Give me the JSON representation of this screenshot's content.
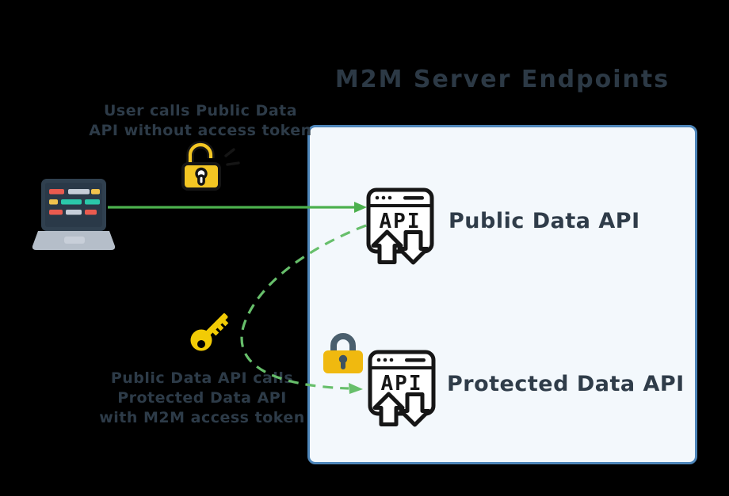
{
  "title": "M2M Server Endpoints",
  "annotations": {
    "user_call": {
      "line1": "User calls Public Data",
      "line2": "API without access token"
    },
    "m2m_call": {
      "line1": "Public Data API calls",
      "line2": "Protected Data API",
      "line3": "with M2M access token"
    }
  },
  "endpoints_box": {
    "items": [
      {
        "label": "Public Data API",
        "icon_text": "API",
        "locked": false
      },
      {
        "label": "Protected Data API",
        "icon_text": "API",
        "locked": true
      }
    ]
  },
  "icons": {
    "laptop": "laptop-icon",
    "unlock": "unlock-icon",
    "lock": "lock-icon",
    "key": "key-icon",
    "api_window": "api-window-icon"
  },
  "colors": {
    "background": "#000000",
    "solid_arrow_green": "#4cb04e",
    "dashed_arrow_green": "#67bf6b",
    "box_border": "#4e86ba",
    "box_fill": "#f3f8fc",
    "text_dark": "#2d3b48",
    "unlock_yellow": "#f3c623",
    "lock_body_yellow": "#f0b90f",
    "lock_shackle_grey": "#4a5f6d",
    "key_gold": "#f2cb05",
    "icon_outline": "#161616",
    "laptop_screen": "#2a3948",
    "laptop_base_grey": "#b5bec9"
  }
}
